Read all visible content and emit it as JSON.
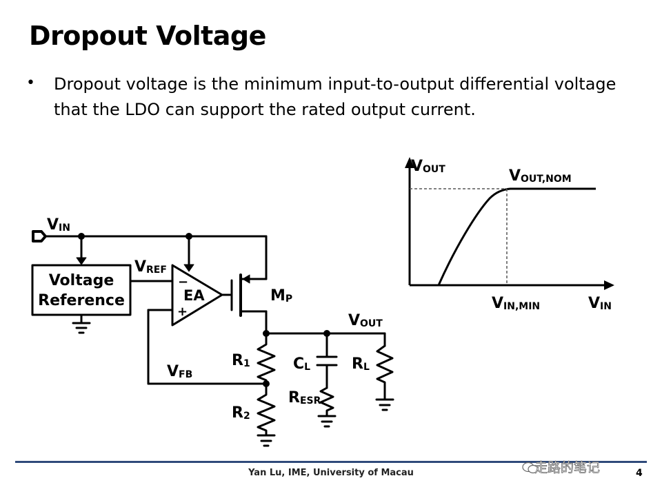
{
  "slide": {
    "title": "Dropout Voltage",
    "bullet": "Dropout voltage is the minimum input-to-output differential voltage that the LDO can support the rated output current.",
    "footer": "Yan Lu, IME, University of Macau",
    "page_number": "4",
    "watermark": "走路的笔记"
  },
  "circuit": {
    "vin": {
      "main": "V",
      "sub": "IN"
    },
    "vref": {
      "main": "V",
      "sub": "REF"
    },
    "vref_block_line1": "Voltage",
    "vref_block_line2": "Reference",
    "ea": "EA",
    "minus": "−",
    "plus": "+",
    "mp": {
      "main": "M",
      "sub": "P"
    },
    "vout": {
      "main": "V",
      "sub": "OUT"
    },
    "vfb": {
      "main": "V",
      "sub": "FB"
    },
    "r1": {
      "main": "R",
      "sub": "1"
    },
    "r2": {
      "main": "R",
      "sub": "2"
    },
    "cl": {
      "main": "C",
      "sub": "L"
    },
    "resr": {
      "main": "R",
      "sub": "ESR"
    },
    "rl": {
      "main": "R",
      "sub": "L"
    }
  },
  "graph": {
    "y_axis": {
      "main": "V",
      "sub": "OUT"
    },
    "x_axis": {
      "main": "V",
      "sub": "IN"
    },
    "vout_nom": {
      "main": "V",
      "sub": "OUT,NOM"
    },
    "vin_min": {
      "main": "V",
      "sub": "IN,MIN"
    }
  }
}
